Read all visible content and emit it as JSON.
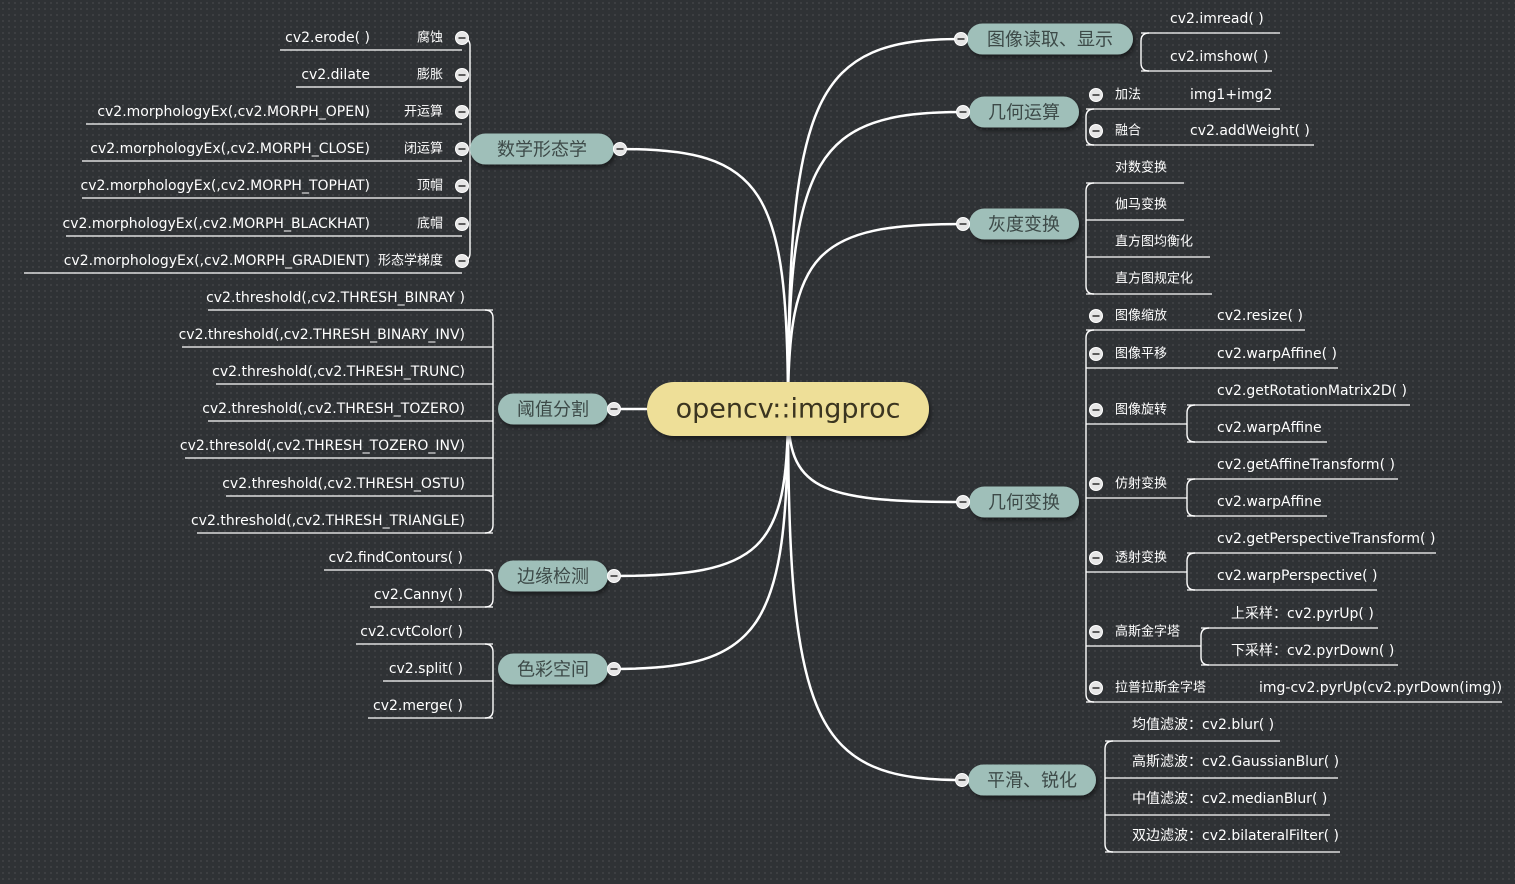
{
  "root": {
    "label": "opencv::imgproc"
  },
  "colors": {
    "root_fill": "#eedf98",
    "branch_fill": "#9fbfb9",
    "line": "#ffffff",
    "background": "#2f3235"
  },
  "icons": {
    "toggle": "collapse-minus-icon"
  },
  "branches": {
    "morph": {
      "label": "数学形态学",
      "subs": [
        {
          "label": "腐蚀",
          "code": "cv2.erode( )"
        },
        {
          "label": "膨胀",
          "code": "cv2.dilate"
        },
        {
          "label": "开运算",
          "code": "cv2.morphologyEx(,cv2.MORPH_OPEN)"
        },
        {
          "label": "闭运算",
          "code": "cv2.morphologyEx(,cv2.MORPH_CLOSE)"
        },
        {
          "label": "顶帽",
          "code": "cv2.morphologyEx(,cv2.MORPH_TOPHAT)"
        },
        {
          "label": "底帽",
          "code": "cv2.morphologyEx(,cv2.MORPH_BLACKHAT)"
        },
        {
          "label": "形态学梯度",
          "code": "cv2.morphologyEx(,cv2.MORPH_GRADIENT)"
        }
      ]
    },
    "threshold": {
      "label": "阈值分割",
      "leaves": [
        "cv2.threshold(,cv2.THRESH_BINRAY )",
        "cv2.threshold(,cv2.THRESH_BINARY_INV)",
        "cv2.threshold(,cv2.THRESH_TRUNC)",
        "cv2.threshold(,cv2.THRESH_TOZERO)",
        "cv2.thresold(,cv2.THRESH_TOZERO_INV)",
        "cv2.threshold(,cv2.THRESH_OSTU)",
        "cv2.threshold(,cv2.THRESH_TRIANGLE)"
      ]
    },
    "edge": {
      "label": "边缘检测",
      "leaves": [
        "cv2.findContours( )",
        "cv2.Canny( )"
      ]
    },
    "color": {
      "label": "色彩空间",
      "leaves": [
        "cv2.cvtColor( )",
        "cv2.split( )",
        "cv2.merge( )"
      ]
    },
    "io": {
      "label": "图像读取、显示",
      "leaves": [
        "cv2.imread( )",
        "cv2.imshow( )"
      ]
    },
    "arith": {
      "label": "几何运算",
      "subs": [
        {
          "label": "加法",
          "code": "img1+img2"
        },
        {
          "label": "融合",
          "code": "cv2.addWeight( )"
        }
      ]
    },
    "gray": {
      "label": "灰度变换",
      "leaves": [
        "对数变换",
        "伽马变换",
        "直方图均衡化",
        "直方图规定化"
      ]
    },
    "geo": {
      "label": "几何变换",
      "subs": [
        {
          "label": "图像缩放",
          "codes": [
            "cv2.resize( )"
          ]
        },
        {
          "label": "图像平移",
          "codes": [
            "cv2.warpAffine( )"
          ]
        },
        {
          "label": "图像旋转",
          "codes": [
            "cv2.getRotationMatrix2D( )",
            "cv2.warpAffine"
          ]
        },
        {
          "label": "仿射变换",
          "codes": [
            "cv2.getAffineTransform( )",
            "cv2.warpAffine"
          ]
        },
        {
          "label": "透射变换",
          "codes": [
            "cv2.getPerspectiveTransform( )",
            "cv2.warpPerspective( )"
          ]
        },
        {
          "label": "高斯金字塔",
          "codes": [
            "上采样：cv2.pyrUp( )",
            "下采样：cv2.pyrDown( )"
          ]
        },
        {
          "label": "拉普拉斯金字塔",
          "codes": [
            "img-cv2.pyrUp(cv2.pyrDown(img))"
          ]
        }
      ]
    },
    "smooth": {
      "label": "平滑、锐化",
      "leaves": [
        "均值滤波：cv2.blur( )",
        "高斯滤波：cv2.GaussianBlur( )",
        "中值滤波：cv2.medianBlur( )",
        "双边滤波：cv2.bilateralFilter( )"
      ]
    }
  }
}
